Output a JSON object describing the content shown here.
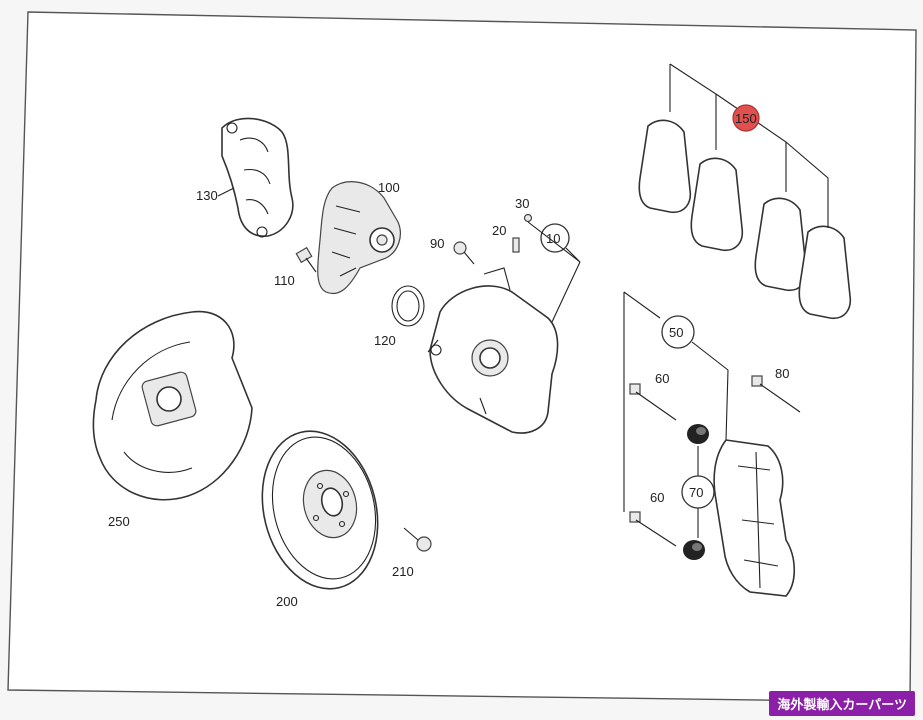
{
  "diagram": {
    "labels": {
      "p130": "130",
      "p100": "100",
      "p110": "110",
      "p120": "120",
      "p90": "90",
      "p30": "30",
      "p20": "20",
      "p10": "10",
      "p150": "150",
      "p50": "50",
      "p60a": "60",
      "p80": "80",
      "p70": "70",
      "p60b": "60",
      "p250": "250",
      "p200": "200",
      "p210": "210"
    },
    "highlight_color": "#e0504e"
  },
  "watermark": {
    "text": "海外製輸入カーパーツ",
    "color": "#8b1fa8"
  }
}
